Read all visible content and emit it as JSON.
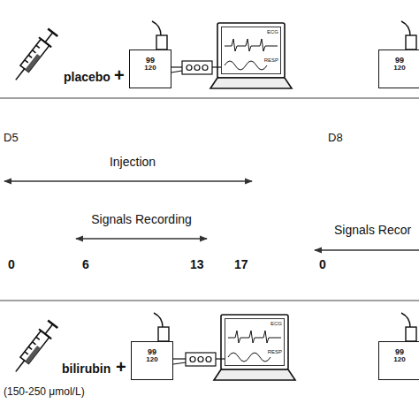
{
  "diagram": {
    "nodes": [
      {
        "text": [
          "99",
          "120"
        ]
      },
      {
        "text": [
          "ECG",
          "RESP"
        ]
      },
      {
        "text": [
          "99",
          "120"
        ]
      },
      {
        "text": [
          "99",
          "120"
        ]
      },
      {
        "text": [
          "ECG",
          "RESP"
        ]
      },
      {
        "text": [
          "99",
          "120"
        ]
      }
    ],
    "labels": [
      "placebo",
      "+",
      "D5",
      "Injection",
      "Signals Recording",
      "0",
      "6",
      "13",
      "17",
      "D8",
      "Signals Recor",
      "0",
      "bilirubin",
      "+",
      "(150-250 μmol/L)"
    ]
  }
}
